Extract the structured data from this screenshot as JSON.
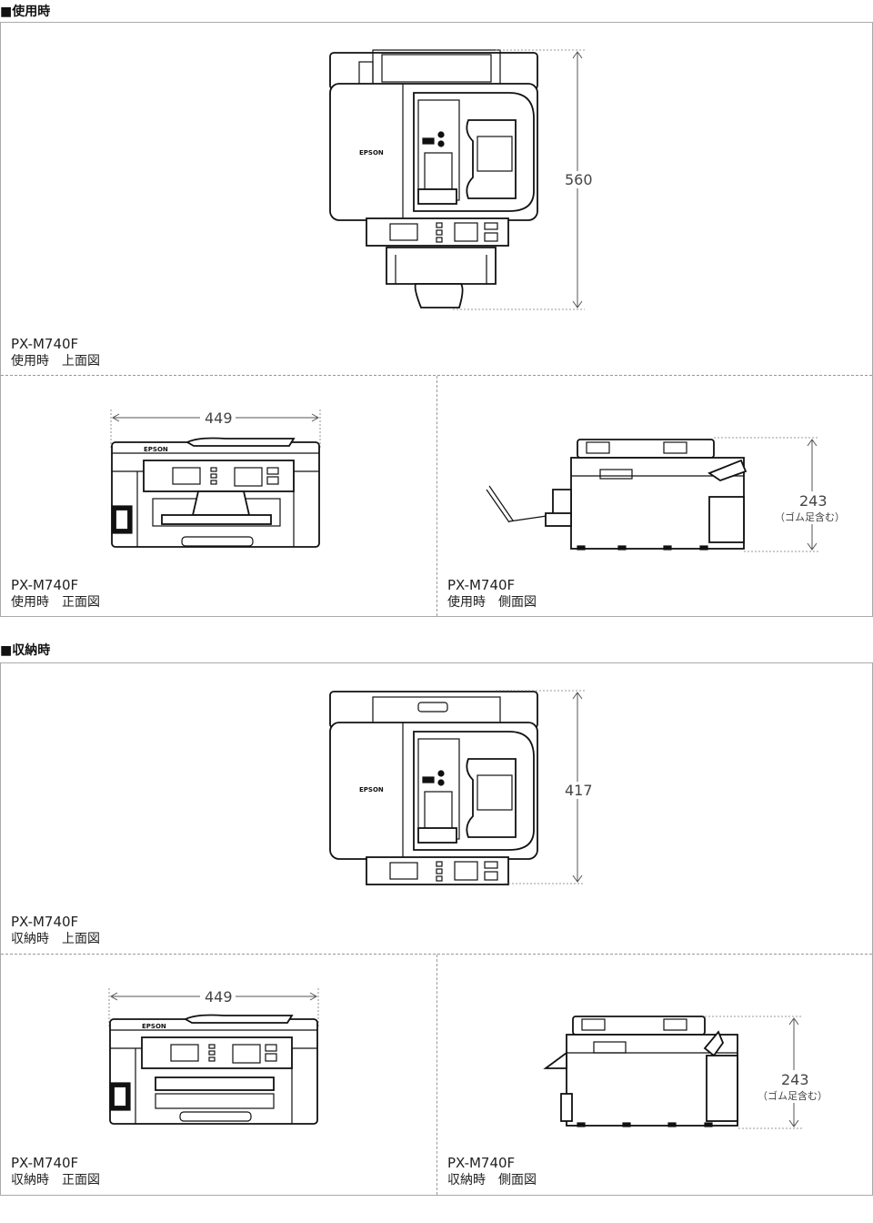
{
  "sections": [
    {
      "title": "■使用時",
      "top": {
        "dimension": "560",
        "model": "PX-M740F",
        "view": "使用時　上面図"
      },
      "front": {
        "dimension": "449",
        "model": "PX-M740F",
        "view": "使用時　正面図"
      },
      "side": {
        "dimension": "243",
        "dimension_note": "（ゴム足含む）",
        "model": "PX-M740F",
        "view": "使用時　側面図"
      }
    },
    {
      "title": "■収納時",
      "top": {
        "dimension": "417",
        "model": "PX-M740F",
        "view": "収納時　上面図"
      },
      "front": {
        "dimension": "449",
        "model": "PX-M740F",
        "view": "収納時　正面図"
      },
      "side": {
        "dimension": "243",
        "dimension_note": "（ゴム足含む）",
        "model": "PX-M740F",
        "view": "収納時　側面図"
      }
    }
  ],
  "printer_logo": "EPSON"
}
